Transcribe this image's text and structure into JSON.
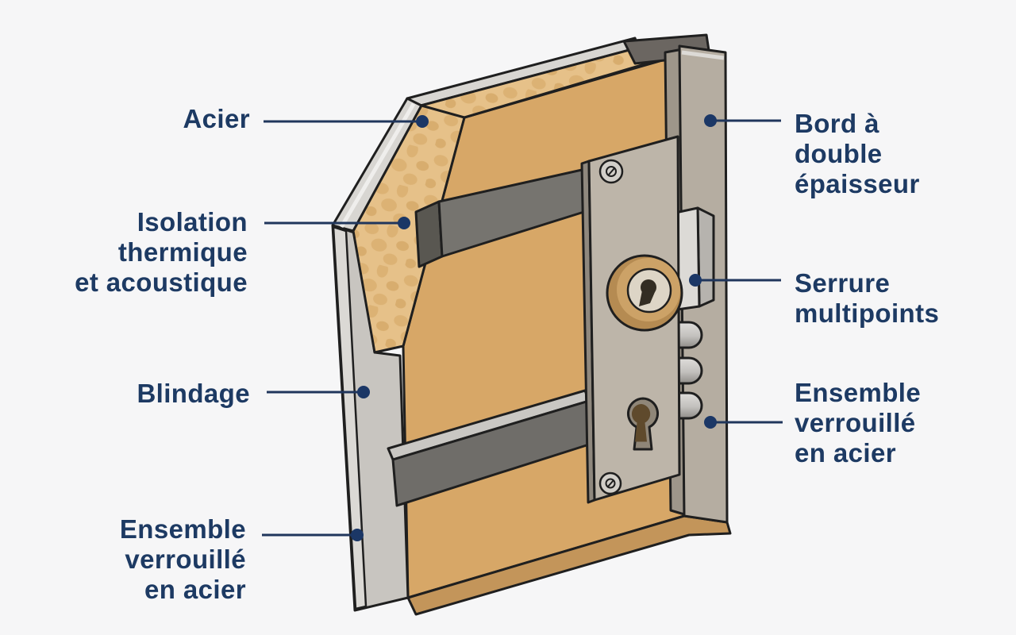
{
  "figure": {
    "background": "#f6f6f7",
    "accent_navy": "#1d3a63",
    "door_face_tan": "#d7a767",
    "insulation_tan": "#e6c189",
    "insulation_pebble": "#dcb274",
    "steel_light_grey": "#d8d6d2",
    "armor_plate_grey": "#c8c5c0",
    "bar_dark_grey": "#76746f",
    "edge_bar_taupe": "#b5ada1",
    "lock_plate_taupe": "#bdb5a9",
    "cylinder_brass": "#c89d62",
    "outline_black": "#1f1f1f"
  },
  "labels": {
    "acier": {
      "text": "Acier"
    },
    "isolation": {
      "line1": "Isolation",
      "line2": "thermique",
      "line3": "et acoustique"
    },
    "blindage": {
      "text": "Blindage"
    },
    "ensemble_left": {
      "line1": "Ensemble",
      "line2": "verrouillé",
      "line3": "en acier"
    },
    "bord": {
      "line1": "Bord à",
      "line2": "double",
      "line3": "épaisseur"
    },
    "serrure": {
      "line1": "Serrure",
      "line2": "multipoints"
    },
    "ensemble_right": {
      "line1": "Ensemble",
      "line2": "verrouillé",
      "line3": "en acier"
    }
  }
}
